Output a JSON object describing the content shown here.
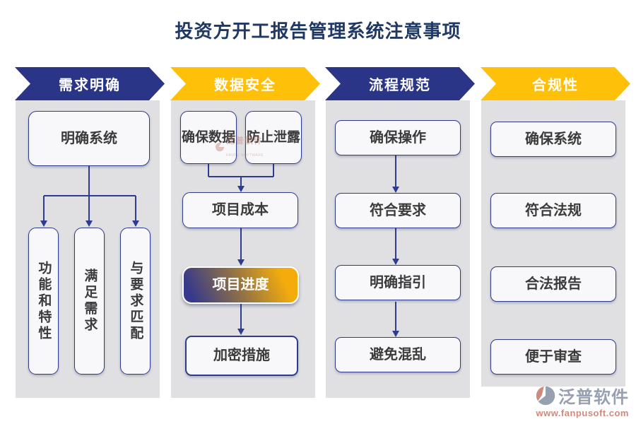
{
  "title": "投资方开工报告管理系统注意事项",
  "colors": {
    "title_text": "#1F3864",
    "navy": "#2A3588",
    "gold": "#FFC00A",
    "panel_gray": "#E0E0E2",
    "box_background": "#F8F8FB",
    "box_border": "#2F3C8D",
    "box_text": "#3B3B3B",
    "gradient_left": "#37398B",
    "gradient_right": "#F4AC0C",
    "brand_gray_blue": "#97A0B0",
    "brand_salmon": "#CE8A7C"
  },
  "columns": [
    {
      "header": "需求明确",
      "theme": "navy",
      "root": "明确系统",
      "children": [
        "功能和特性",
        "满足需求",
        "与要求匹配"
      ]
    },
    {
      "header": "数据安全",
      "theme": "gold",
      "top_pair": [
        "确保数据",
        "防止泄露"
      ],
      "flow": [
        "项目成本",
        "项目进度",
        "加密措施"
      ]
    },
    {
      "header": "流程规范",
      "theme": "navy",
      "flow": [
        "确保操作",
        "符合要求",
        "明确指引",
        "避免混乱"
      ]
    },
    {
      "header": "合规性",
      "theme": "gold",
      "items": [
        "确保系统",
        "符合法规",
        "合法报告",
        "便于审查"
      ]
    }
  ],
  "watermark": {
    "name": "泛普软件",
    "sub": "FANPU SOFTWARE"
  },
  "brand": {
    "name": "泛普软件",
    "website": "www.fanpusoft.com"
  }
}
